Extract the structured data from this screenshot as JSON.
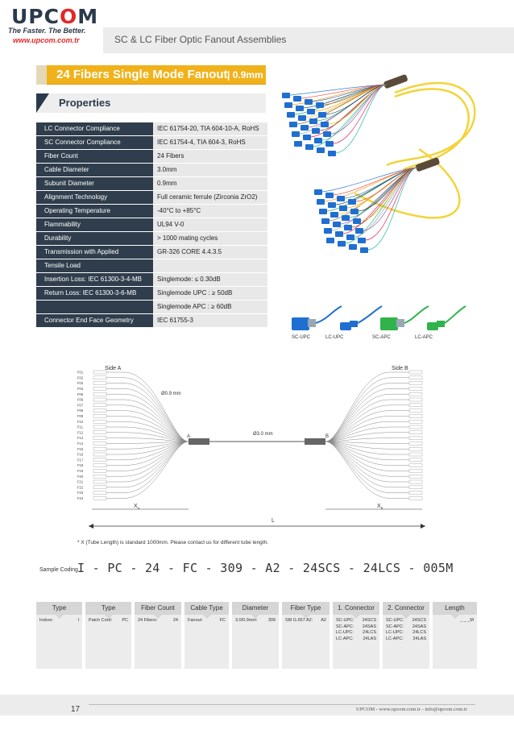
{
  "brand": {
    "logo": "UPCOM",
    "tagline": "The Faster. The Better.",
    "url": "www.upcom.com.tr"
  },
  "header": {
    "title": "SC & LC Fiber Optic Fanout Assemblies"
  },
  "product": {
    "title": "24 Fibers Single Mode Fanout",
    "subtitle": "| 0.9mm"
  },
  "properties": {
    "heading": "Properties",
    "rows": [
      {
        "label": "LC Connector Compliance",
        "value": "IEC 61754-20, TIA 604-10-A, RoHS"
      },
      {
        "label": "SC Connector Compliance",
        "value": "IEC 61754-4, TIA 604-3, RoHS"
      },
      {
        "label": "Fiber Count",
        "value": "24 Fibers"
      },
      {
        "label": "Cable Diameter",
        "value": "3.0mm"
      },
      {
        "label": "Subunit Diameter",
        "value": "0.9mm"
      },
      {
        "label": "Alignment Technology",
        "value": "Full ceramic ferrule (Zirconia ZrO2)"
      },
      {
        "label": "Operating Temperature",
        "value": "-40°C to +85°C"
      },
      {
        "label": "Flammability",
        "value": "UL94 V-0"
      },
      {
        "label": "Durability",
        "value": "> 1000 mating cycles"
      },
      {
        "label": "Transmission with Applied",
        "value": "GR-326 CORE 4.4.3.5"
      },
      {
        "label": "Tensile Load",
        "value": ""
      },
      {
        "label": "Insertion Loss: IEC 61300-3-4-MB",
        "value": "Singlemode: ≤ 0.30dB"
      },
      {
        "label": "Return Loss: IEC 61300-3-6-MB",
        "value": "Singlemode UPC : ≥ 50dB"
      },
      {
        "label": "",
        "value": "Singlemode APC : ≥ 60dB"
      },
      {
        "label": "Connector End Face Geometry",
        "value": "IEC 61755-3"
      }
    ]
  },
  "connectors": [
    "SC-UPC",
    "LC-UPC",
    "SC-APC",
    "LC-APC"
  ],
  "diagram": {
    "side_a": "Side A",
    "side_b": "Side B",
    "subunit": "Ø0.9 mm",
    "cable": "Ø3.0 mm",
    "point_a": "A",
    "point_b": "B",
    "xa": "X",
    "xa_sub": "A",
    "xb": "X",
    "xb_sub": "B",
    "length": "L",
    "fibers": [
      "F01",
      "F02",
      "F03",
      "F04",
      "F05",
      "F06",
      "F07",
      "F08",
      "F09",
      "F10",
      "F11",
      "F12",
      "F13",
      "F14",
      "F15",
      "F16",
      "F17",
      "F18",
      "F19",
      "F20",
      "F21",
      "F22",
      "F23",
      "F24"
    ]
  },
  "note": "* X (Tube Length) is standard 1000mm. Please contact us for different tube length.",
  "sample_coding": {
    "label": "Sample Coding",
    "code": "I - PC - 24 - FC - 309 - A2 - 24SCS - 24LCS - 005M"
  },
  "coding_columns": [
    {
      "head": "Type",
      "rows": [
        [
          "Indoor:",
          "I"
        ]
      ]
    },
    {
      "head": "Type",
      "rows": [
        [
          "Patch Cord:",
          "PC"
        ]
      ]
    },
    {
      "head": "Fiber Count",
      "rows": [
        [
          "24 Fibers:",
          "24"
        ]
      ]
    },
    {
      "head": "Cable Type",
      "rows": [
        [
          "Fanout:",
          "FC"
        ]
      ]
    },
    {
      "head": "Diameter",
      "rows": [
        [
          "3.0/0.9mm:",
          "309"
        ]
      ]
    },
    {
      "head": "Fiber Type",
      "rows": [
        [
          "SM G.657 A2:",
          "A2"
        ]
      ]
    },
    {
      "head": "1. Connector",
      "rows": [
        [
          "SC-UPC:",
          "24SCS"
        ],
        [
          "SC-APC:",
          "24SAS"
        ],
        [
          "LC-UPC:",
          "24LCS"
        ],
        [
          "LC-APC:",
          "24LAS"
        ]
      ]
    },
    {
      "head": "2. Connector",
      "rows": [
        [
          "SC-UPC:",
          "24SCS"
        ],
        [
          "SC-APC:",
          "24SAS"
        ],
        [
          "LC-UPC:",
          "24LCS"
        ],
        [
          "LC-APC:",
          "24LAS"
        ]
      ]
    },
    {
      "head": "Length",
      "rows": [
        [
          "",
          "_ _ _M"
        ]
      ]
    }
  ],
  "footer": {
    "page": "17",
    "contact": "UPCOM - www.upcom.com.tr - info@upcom.com.tr"
  },
  "colors": {
    "accent": "#f0b21b",
    "navy": "#2f3d4c",
    "brand_red": "#e12827",
    "cable_yellow": "#f2d43a",
    "sc_blue": "#1f6fd1",
    "apc_green": "#2fb34a"
  }
}
